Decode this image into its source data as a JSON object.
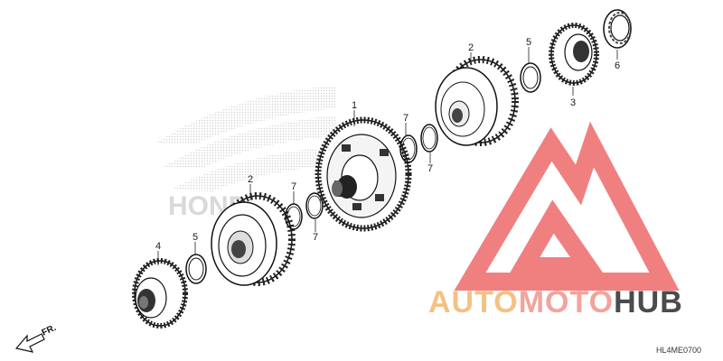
{
  "diagram": {
    "callouts": [
      {
        "id": "c1",
        "text": "1"
      },
      {
        "id": "c2a",
        "text": "2"
      },
      {
        "id": "c2b",
        "text": "2"
      },
      {
        "id": "c3",
        "text": "3"
      },
      {
        "id": "c4",
        "text": "4"
      },
      {
        "id": "c5a",
        "text": "5"
      },
      {
        "id": "c5b",
        "text": "5"
      },
      {
        "id": "c6",
        "text": "6"
      },
      {
        "id": "c7a",
        "text": "7"
      },
      {
        "id": "c7b",
        "text": "7"
      },
      {
        "id": "c7c",
        "text": "7"
      },
      {
        "id": "c7d",
        "text": "7"
      }
    ],
    "direction_label": "FR.",
    "diagram_code": "HL4ME0700"
  },
  "watermark": {
    "auto": "AUTO",
    "moto": "MOTO",
    "hub": "HUB",
    "honda_text": "HONDA",
    "colors": {
      "auto": "#f4c184",
      "moto": "#f2a49c",
      "hub": "#4b4b4b",
      "triangle": "#ee6b6b",
      "honda": "#d9d9d9"
    }
  },
  "icons": [
    "front-direction-arrow-icon",
    "honda-wing-logo-icon",
    "automotohub-triangle-logo-icon"
  ]
}
